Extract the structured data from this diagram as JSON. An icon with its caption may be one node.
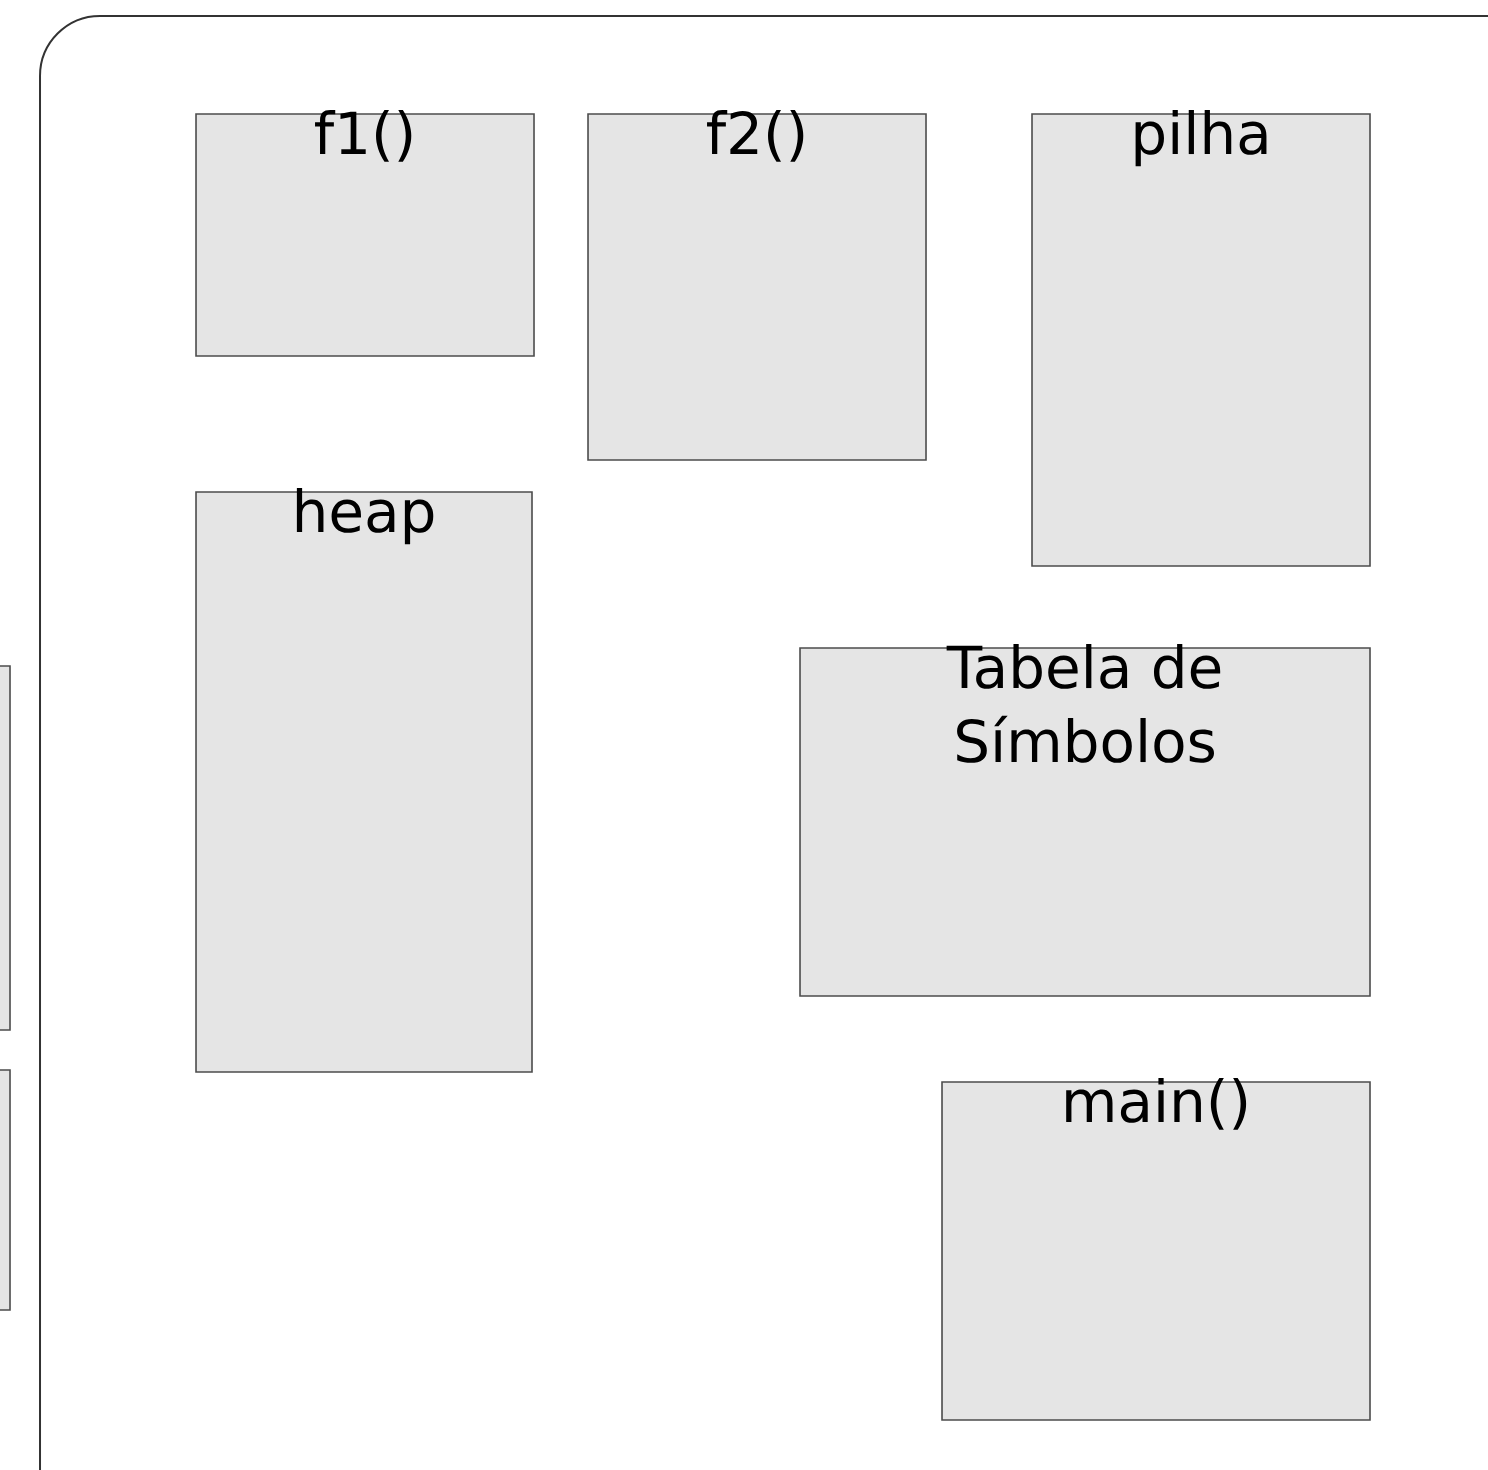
{
  "diagram": {
    "nodes": [
      {
        "text": [],
        "shape": "box"
      },
      {
        "text": [
          "f1()"
        ],
        "in": 0
      },
      {
        "text": [
          "f2()"
        ],
        "in": 0
      },
      {
        "text": [
          "pilha"
        ],
        "in": 0
      },
      {
        "text": [
          "heap"
        ],
        "in": 0
      },
      {
        "text": [
          "Tabela de Símbolos"
        ],
        "in": 0
      },
      {
        "text": [
          "main()"
        ],
        "in": 0
      },
      {
        "text": [],
        "shape": "box"
      },
      {
        "text": [],
        "shape": "box"
      }
    ]
  }
}
